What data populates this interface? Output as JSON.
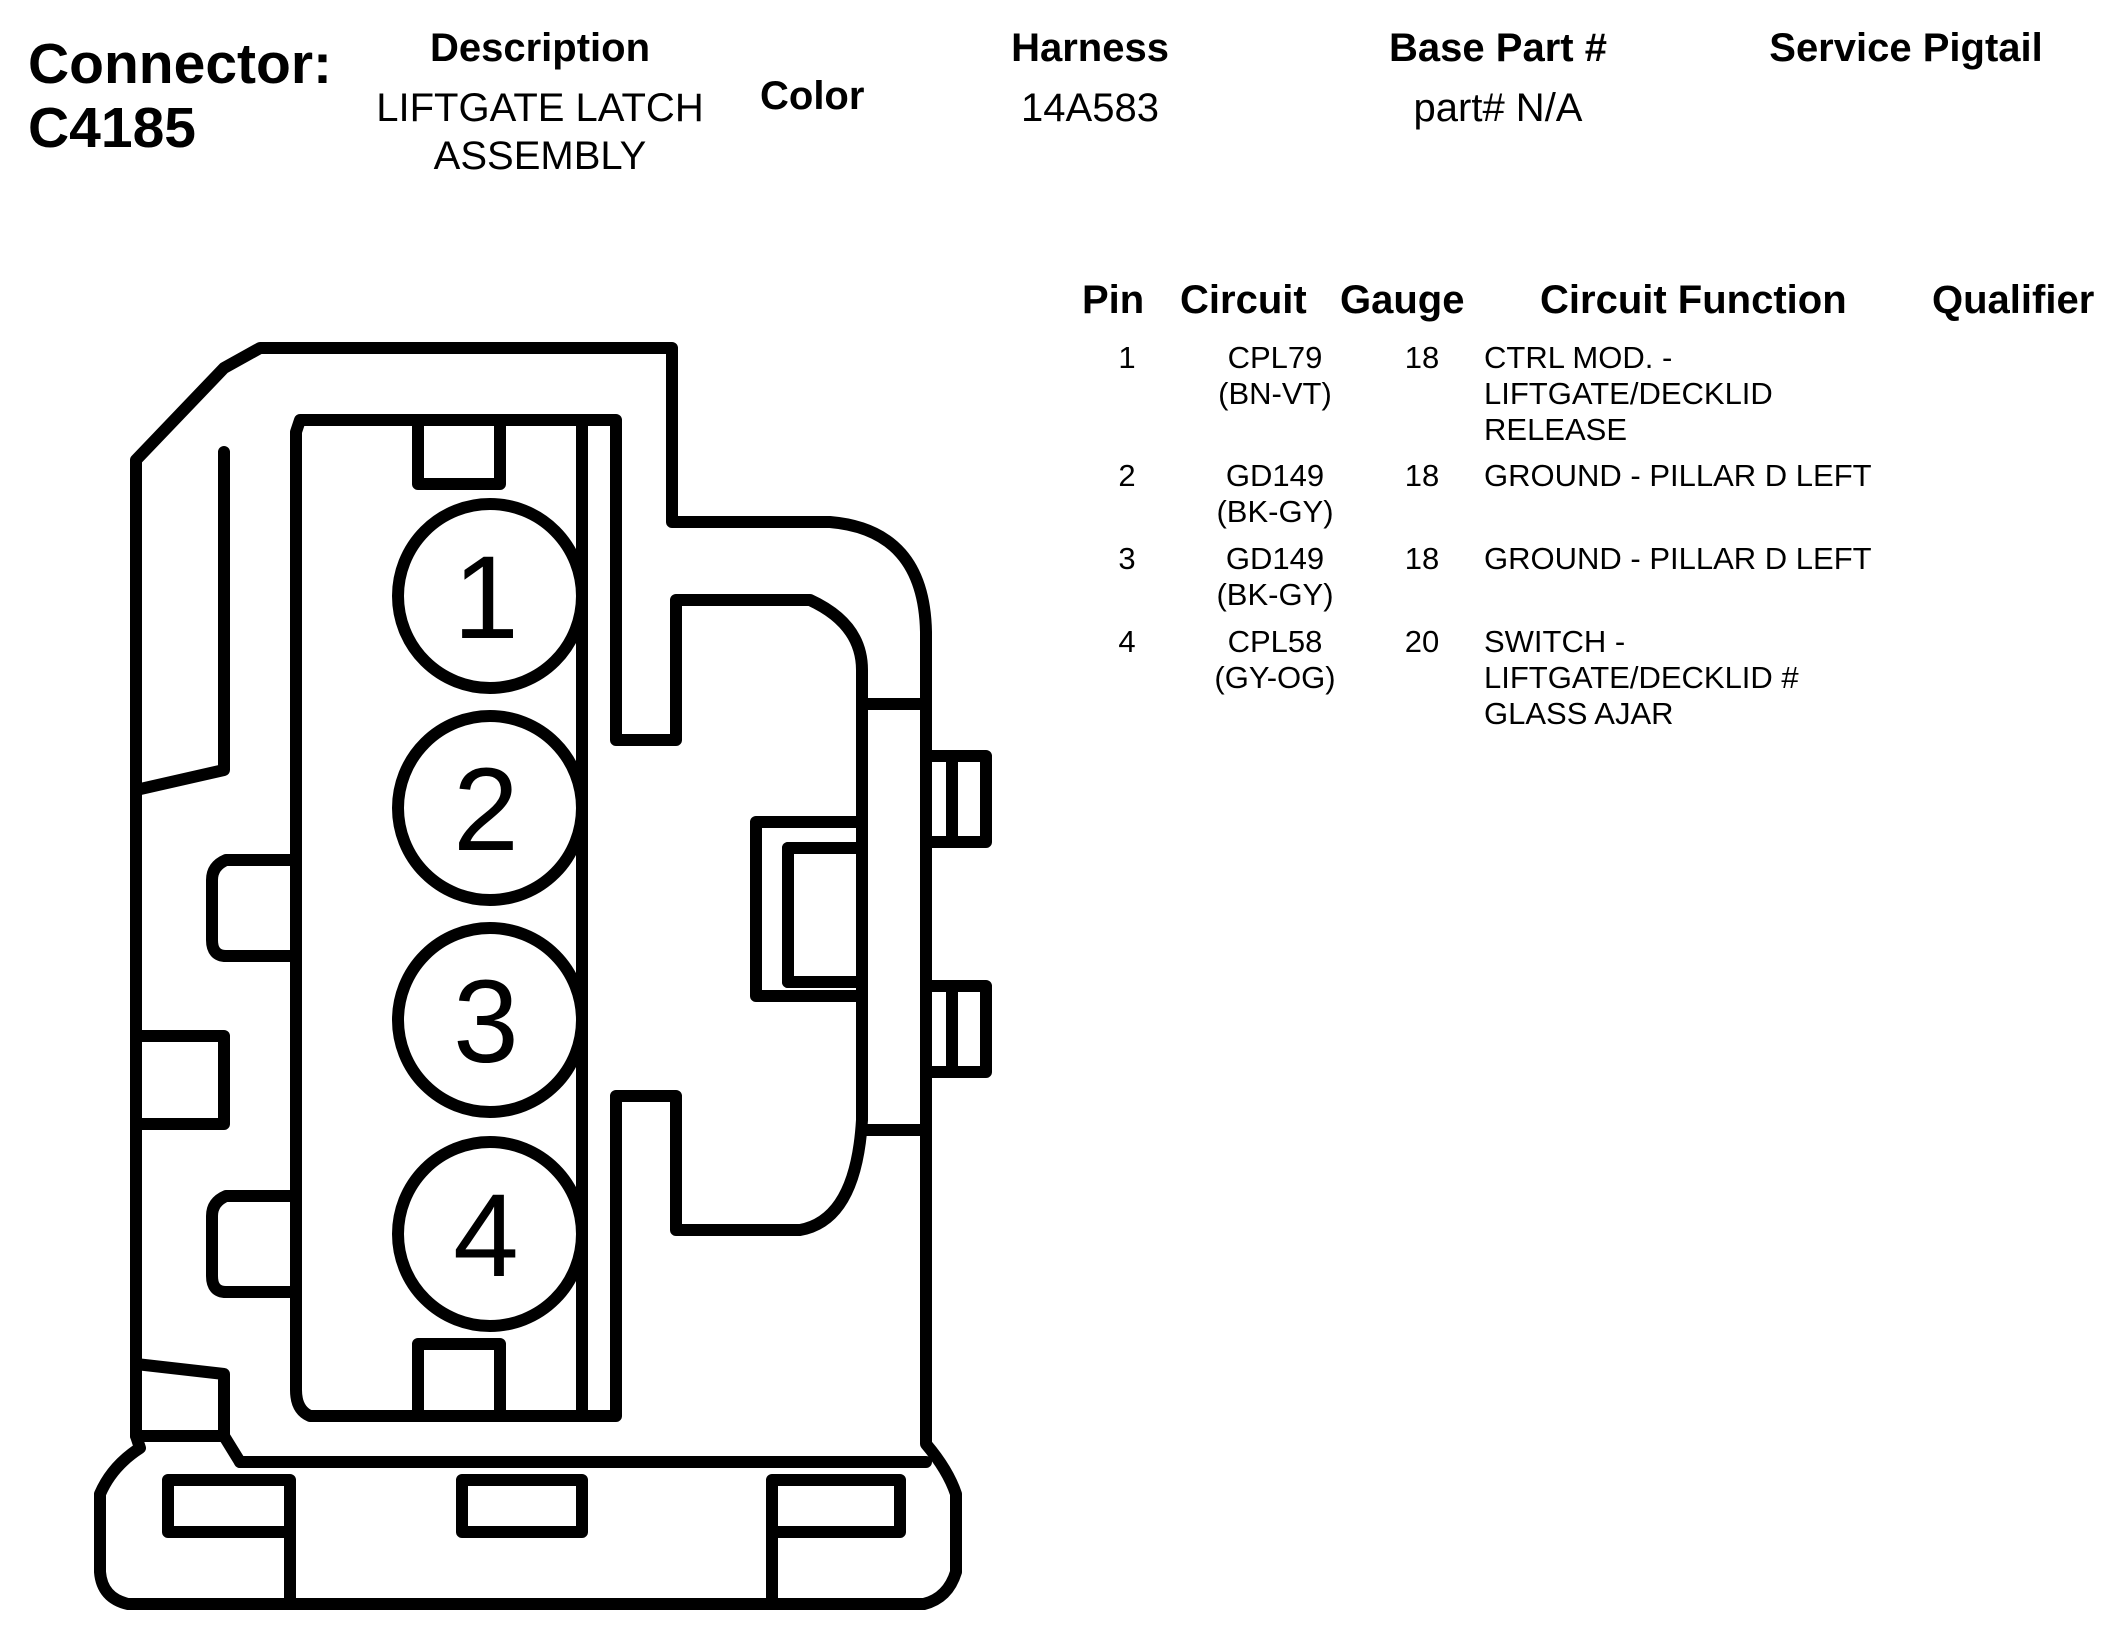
{
  "connector": {
    "label": "Connector:",
    "id": "C4185"
  },
  "header": {
    "description_label": "Description",
    "description_value": "LIFTGATE LATCH ASSEMBLY",
    "color_label": "Color",
    "harness_label": "Harness",
    "harness_value": "14A583",
    "base_part_label": "Base Part #",
    "base_part_value": "part# N/A",
    "service_pigtail_label": "Service Pigtail"
  },
  "table": {
    "columns": [
      "Pin",
      "Circuit",
      "Gauge",
      "Circuit Function",
      "Qualifier"
    ],
    "rows": [
      {
        "pin": "1",
        "circuit": "CPL79",
        "color": "(BN-VT)",
        "gauge": "18",
        "function_lines": [
          "CTRL MOD. -",
          "LIFTGATE/DECKLID",
          "RELEASE"
        ],
        "qualifier": ""
      },
      {
        "pin": "2",
        "circuit": "GD149",
        "color": "(BK-GY)",
        "gauge": "18",
        "function_lines": [
          "GROUND - PILLAR D LEFT"
        ],
        "qualifier": ""
      },
      {
        "pin": "3",
        "circuit": "GD149",
        "color": "(BK-GY)",
        "gauge": "18",
        "function_lines": [
          "GROUND - PILLAR D LEFT"
        ],
        "qualifier": ""
      },
      {
        "pin": "4",
        "circuit": "CPL58",
        "color": "(GY-OG)",
        "gauge": "20",
        "function_lines": [
          "SWITCH -",
          "LIFTGATE/DECKLID #",
          "GLASS AJAR"
        ],
        "qualifier": ""
      }
    ]
  },
  "diagram": {
    "pins": [
      "1",
      "2",
      "3",
      "4"
    ]
  }
}
